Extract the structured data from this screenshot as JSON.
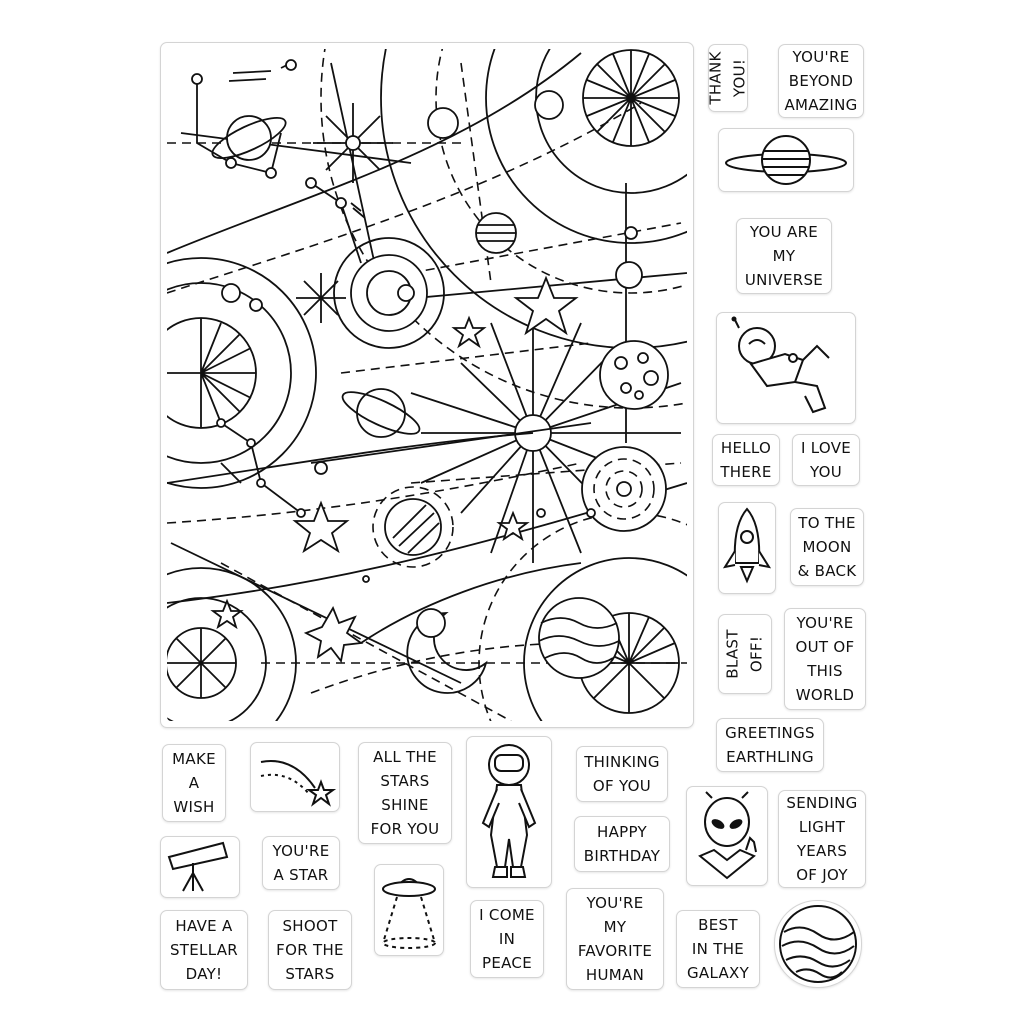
{
  "sentiments": {
    "thank_you": "THANK\nYOU!",
    "beyond_amazing": "YOU'RE\nBEYOND\nAMAZING",
    "my_universe": "YOU ARE\nMY\nUNIVERSE",
    "hello_there": "HELLO\nTHERE",
    "i_love_you": "I LOVE\nYOU",
    "moon_and_back": "TO THE\nMOON\n& BACK",
    "blast_off": "BLAST\nOFF!",
    "out_of_world": "YOU'RE\nOUT OF\nTHIS\nWORLD",
    "greetings": "GREETINGS\nEARTHLING",
    "sending_light": "SENDING\nLIGHT\nYEARS\nOF JOY",
    "make_a_wish": "MAKE\nA\nWISH",
    "all_the_stars": "ALL THE\nSTARS\nSHINE\nFOR YOU",
    "thinking_of_you": "THINKING\nOF YOU",
    "happy_birthday": "HAPPY\nBIRTHDAY",
    "youre_a_star": "YOU'RE\nA STAR",
    "stellar_day": "HAVE A\nSTELLAR\nDAY!",
    "shoot_for_stars": "SHOOT\nFOR THE\nSTARS",
    "come_in_peace": "I COME\nIN\nPEACE",
    "favorite_human": "YOU'RE\nMY\nFAVORITE\nHUMAN",
    "best_in_galaxy": "BEST\nIN THE\nGALAXY"
  }
}
